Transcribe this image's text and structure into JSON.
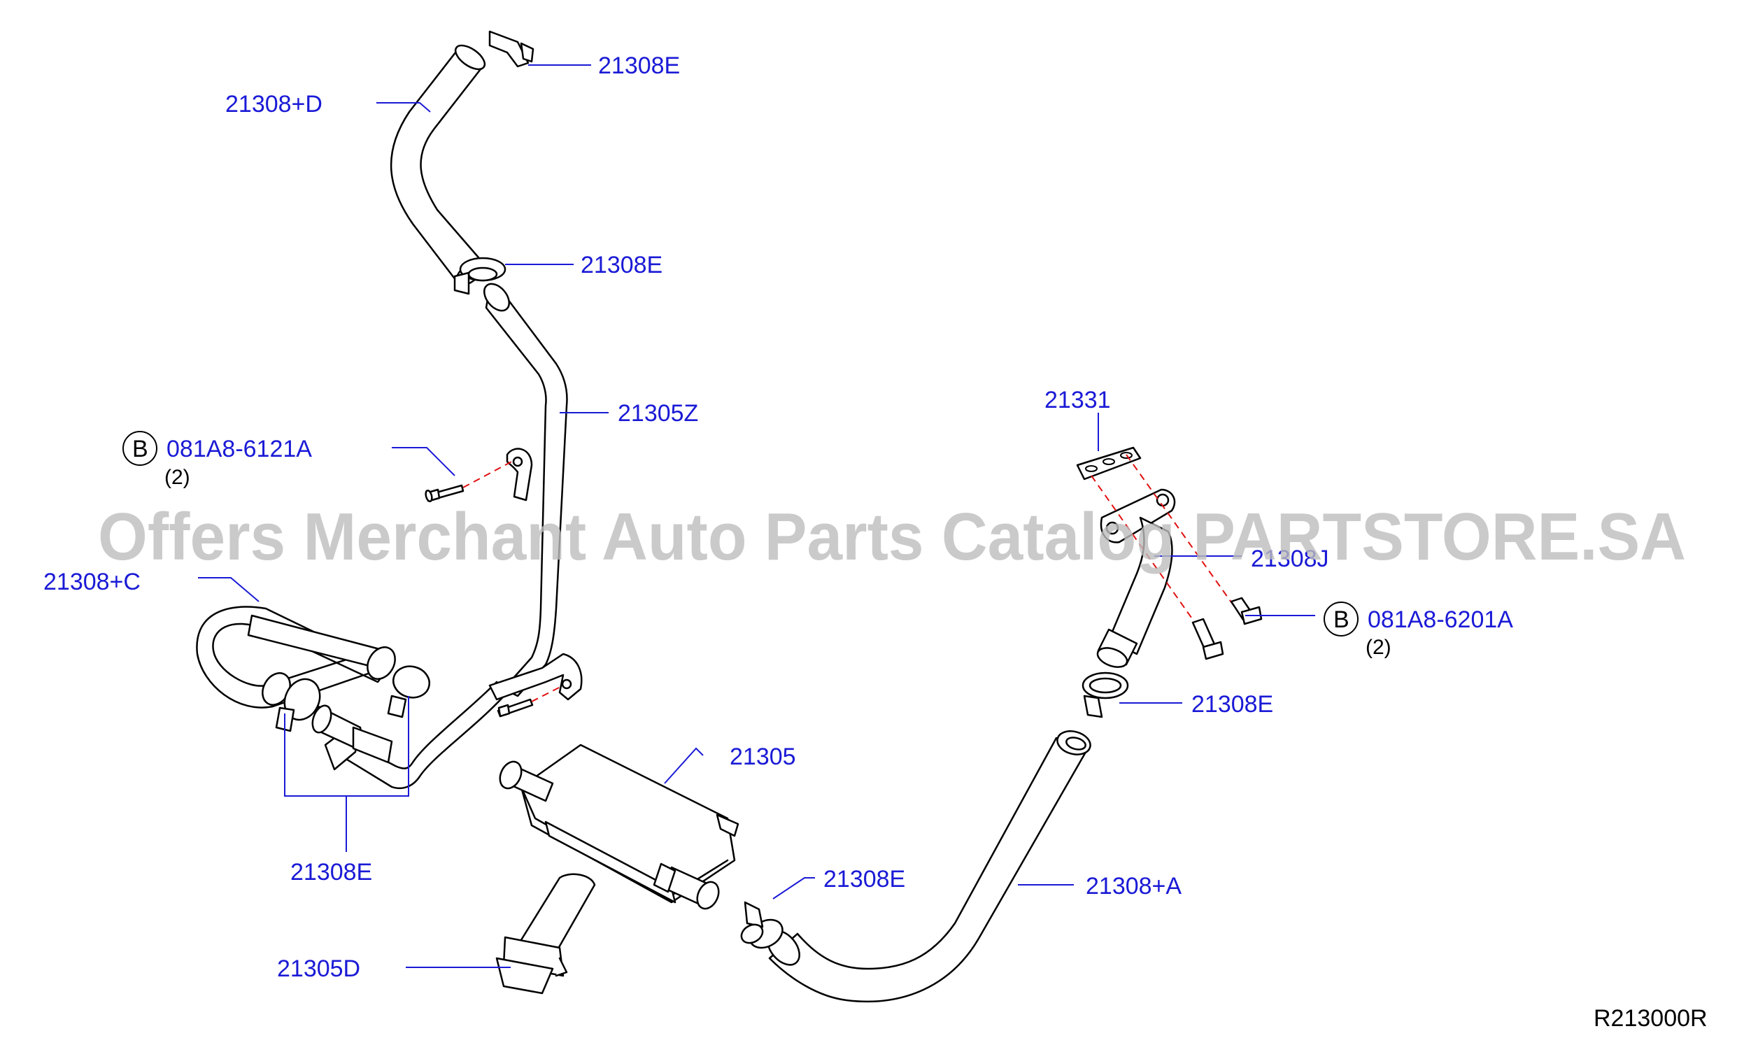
{
  "labels": {
    "hose_d_clamp_top": "21308E",
    "hose_d": "21308+D",
    "clamp_mid": "21308E",
    "pipe_z": "21305Z",
    "bolt_left_circle": "B",
    "bolt_left": "081A8-6121A",
    "bolt_left_qty": "(2)",
    "hose_c": "21308+C",
    "clamps_left": "21308E",
    "gasket": "21331",
    "pipe_j": "21308J",
    "bolt_right_circle": "B",
    "bolt_right": "081A8-6201A",
    "bolt_right_qty": "(2)",
    "clamp_right": "21308E",
    "cooler": "21305",
    "clamp_bottom": "21308E",
    "hose_a": "21308+A",
    "connector_d": "21305D"
  },
  "watermark": "Offers Merchant Auto Parts Catalog PARTSTORE.SA",
  "reference": "R213000R",
  "colors": {
    "label": "#1a1ad6",
    "dashed_guide": "#e01010",
    "watermark": "#bdbdbd"
  }
}
